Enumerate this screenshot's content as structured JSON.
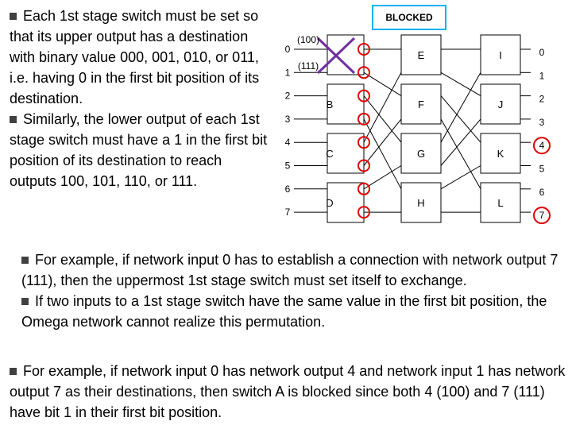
{
  "blocked_label": "BLOCKED",
  "input_labels": [
    "0",
    "1",
    "2",
    "3",
    "4",
    "5",
    "6",
    "7"
  ],
  "output_labels": [
    "0",
    "1",
    "2",
    "3",
    "4",
    "5",
    "6",
    "7"
  ],
  "switch_labels": [
    "",
    "B",
    "C",
    "D",
    "E",
    "F",
    "G",
    "H",
    "I",
    "J",
    "K",
    "L"
  ],
  "path_annotations": [
    "(100)",
    "(111)"
  ],
  "left_paragraph": "Each 1st stage switch must be set so that its upper output has a destination with binary value 000, 001, 010, or 011, i.e. having 0 in the first bit position of its destination.",
  "bullets": [
    "Similarly, the lower output of each 1st stage switch must have a 1 in the first bit position of its destination to reach outputs 100, 101, 110, or 111.",
    "For example, if network input 0 has to establish a connection with network output 7 (111), then the uppermost 1st stage switch must set itself to exchange.",
    "If two inputs to a 1st stage switch have the same value in the first bit position, the Omega network cannot realize this permutation.",
    "For example, if network input 0 has network output 4 and network input 1 has network output 7 as their destinations, then switch A is blocked since both 4 (100) and 7 (111) have bit 1 in their first bit position."
  ],
  "colors": {
    "blocked_border": "#00b0f0",
    "blocked_cross": "#7030a0",
    "marker_circle": "#e00000",
    "bullet": "#404040"
  }
}
